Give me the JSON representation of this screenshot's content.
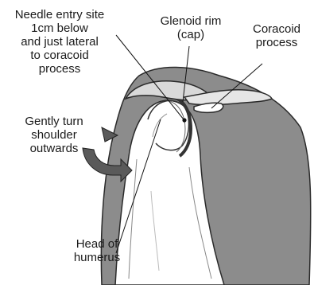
{
  "labels": {
    "needle_entry": [
      "Needle entry site",
      "1cm below",
      "and just lateral",
      "to coracoid",
      "process"
    ],
    "glenoid_rim": [
      "Glenoid rim",
      "(cap)"
    ],
    "coracoid": [
      "Coracoid",
      "process"
    ],
    "turn_shoulder": [
      "Gently turn",
      "shoulder",
      "outwards"
    ],
    "head_humerus": [
      "Head of",
      "humerus"
    ]
  }
}
